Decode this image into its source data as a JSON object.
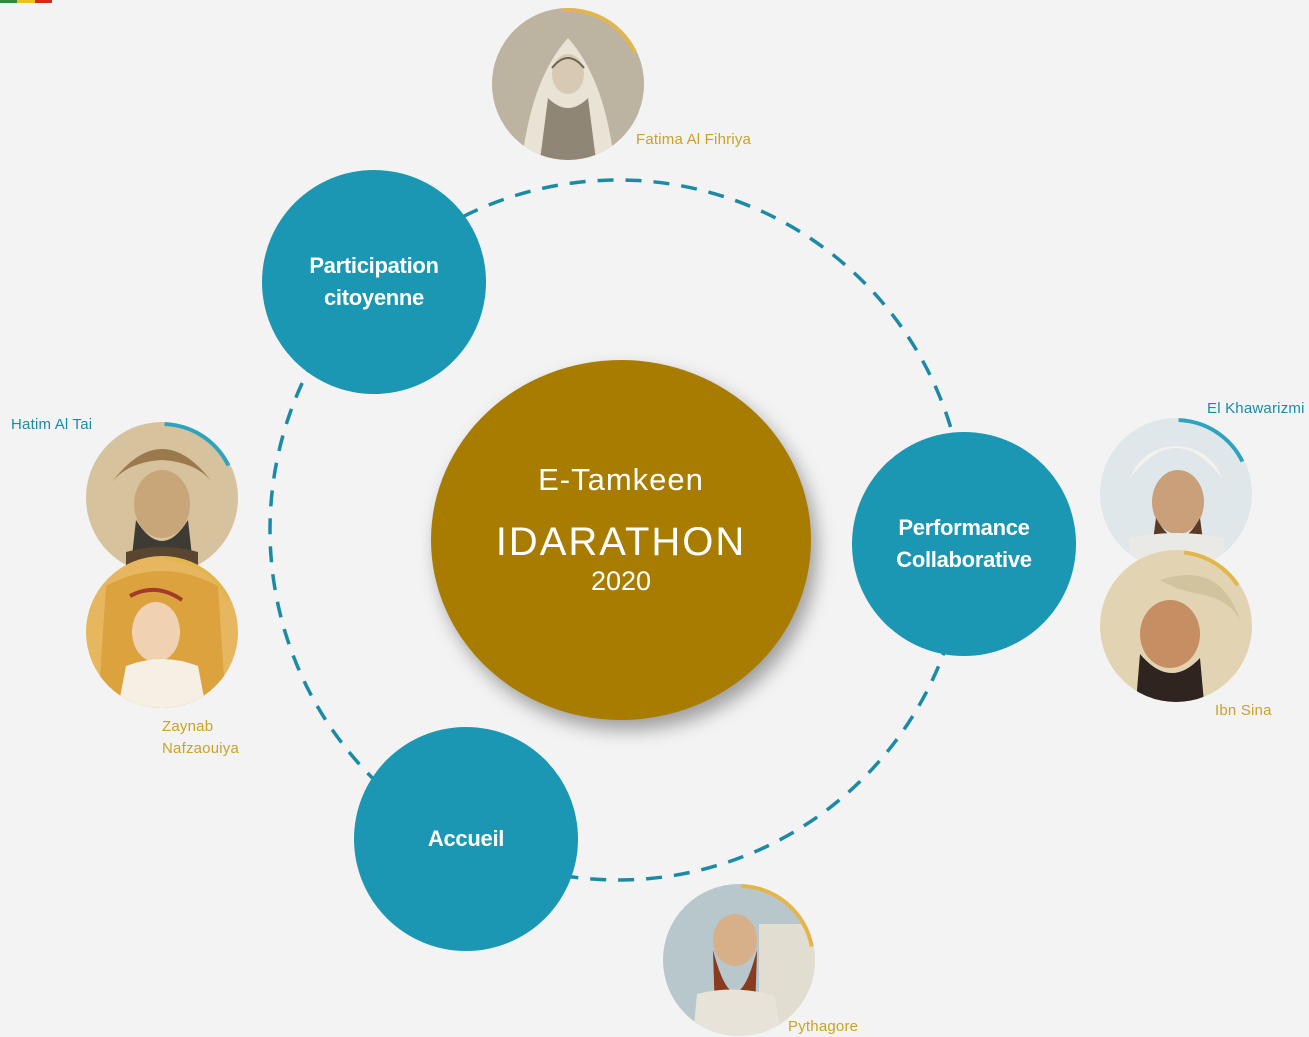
{
  "colors": {
    "background": "#f3f3f3",
    "hub": "#a87c00",
    "node": "#1b97b3",
    "ring": "#1b8aa6",
    "gold_caption": "#c9a227",
    "teal_caption": "#1b8aa6",
    "stripe": [
      "#2e8b3d",
      "#e8c31b",
      "#d42a1e"
    ]
  },
  "hub": {
    "line1": "E-Tamkeen",
    "line2": "IDARATHON",
    "line3": "2020"
  },
  "nodes": {
    "participation": {
      "line1": "Participation",
      "line2": "citoyenne"
    },
    "performance": {
      "line1": "Performance",
      "line2": "Collaborative"
    },
    "accueil": {
      "line1": "Accueil"
    }
  },
  "portraits": {
    "fatima": {
      "caption": "Fatima  Al Fihriya"
    },
    "hatim": {
      "caption": "Hatim Al Tai"
    },
    "zaynab": {
      "caption_line1": "Zaynab",
      "caption_line2": "Nafzaouiya"
    },
    "khawarizmi": {
      "caption": "El Khawarizmi"
    },
    "ibnsina": {
      "caption": "Ibn  Sina"
    },
    "pythagore": {
      "caption": "Pythagore"
    }
  }
}
